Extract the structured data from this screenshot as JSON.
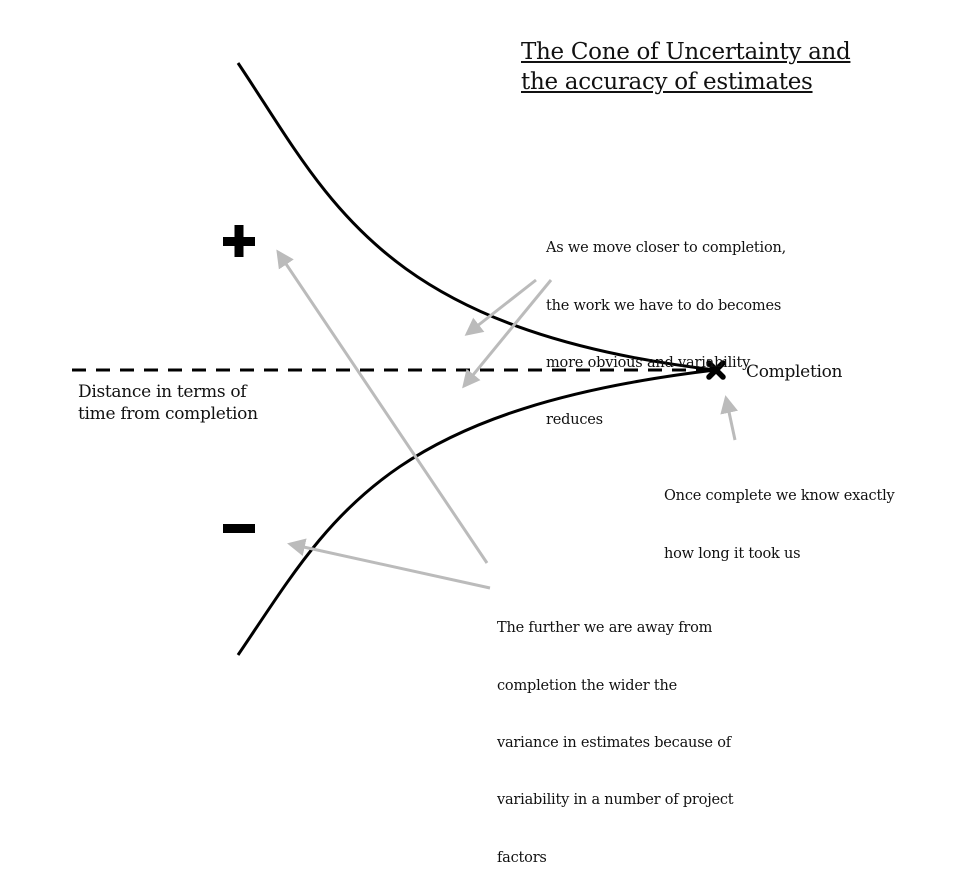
{
  "title": {
    "line1": "The Cone of Uncertainty and",
    "line2": "the accuracy of estimates"
  },
  "axis_label": {
    "line1": "Distance in terms of",
    "line2": "time from completion"
  },
  "completion_label": "Completion",
  "plus_symbol": "+",
  "minus_symbol": "-",
  "annotations": {
    "closer": [
      "As we move closer to completion,",
      "the work we have to do becomes",
      "more obvious and variability",
      "reduces"
    ],
    "complete": [
      "Once complete we know exactly",
      "how long it took us"
    ],
    "further": [
      "The further we are away from",
      "completion the wider the",
      "variance in estimates because of",
      "variability in a number of project",
      "factors"
    ]
  },
  "colors": {
    "line": "#000000",
    "arrow": "#bbbbbb",
    "background": "#ffffff"
  }
}
